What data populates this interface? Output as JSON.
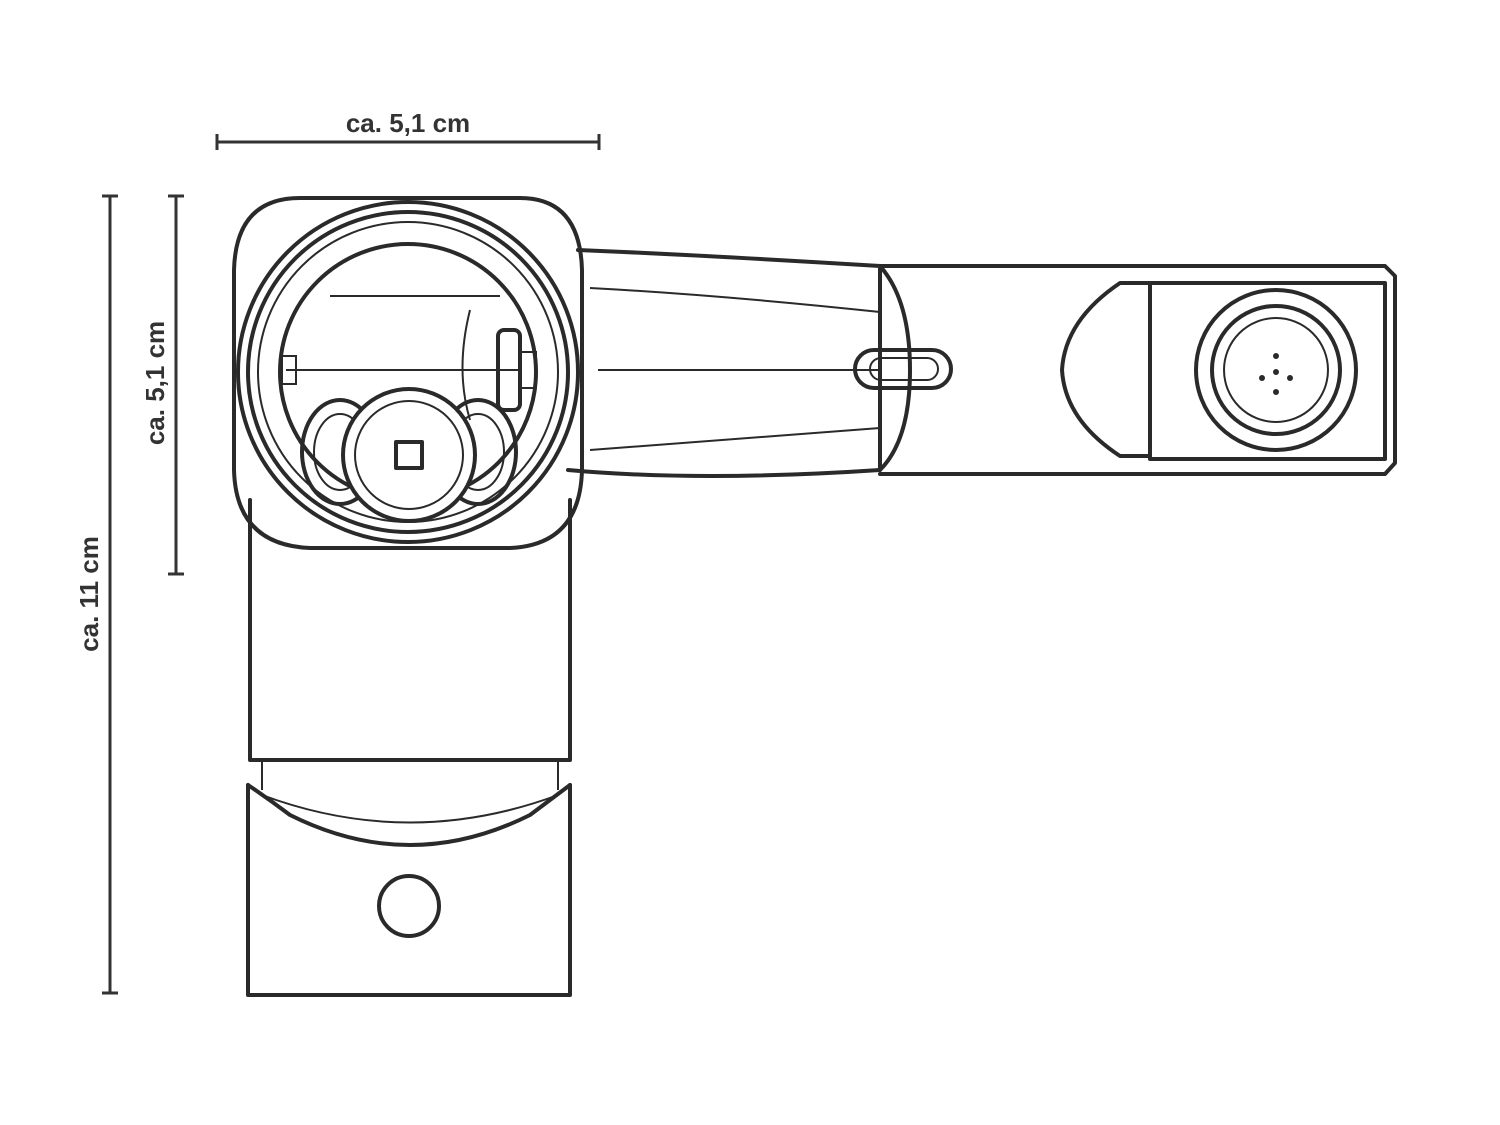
{
  "dimensions": {
    "width_label": "ca. 5,1 cm",
    "head_height_label": "ca. 5,1 cm",
    "total_height_label": "ca. 11 cm"
  },
  "colors": {
    "line": "#2a2a2a",
    "background": "#ffffff"
  }
}
